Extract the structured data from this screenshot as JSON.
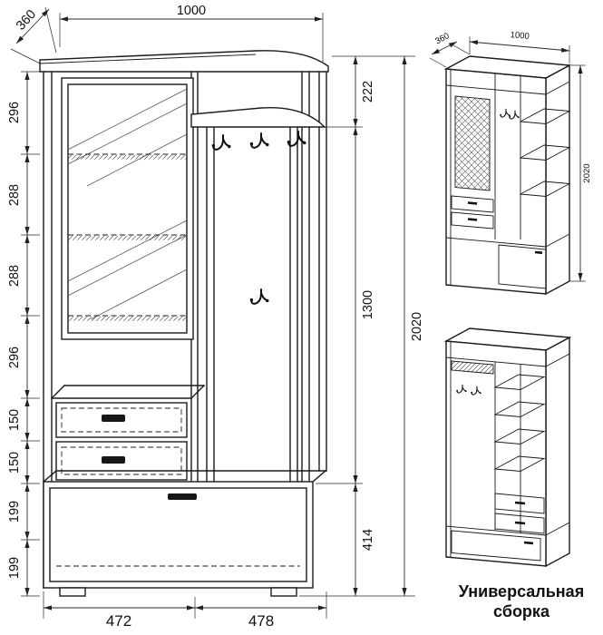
{
  "drawing": {
    "front_view": {
      "top_width": "1000",
      "top_depth": "360",
      "left_chain": [
        "296",
        "288",
        "288",
        "296",
        "150",
        "150",
        "199",
        "199"
      ],
      "right_chain": [
        "222",
        "1300",
        "414"
      ],
      "overall_height": "2020",
      "bottom_chain": [
        "472",
        "478"
      ]
    },
    "iso_view": {
      "depth": "360",
      "width": "1000",
      "height": "2020"
    },
    "caption": {
      "line1": "Универсальная",
      "line2": "сборка"
    }
  }
}
